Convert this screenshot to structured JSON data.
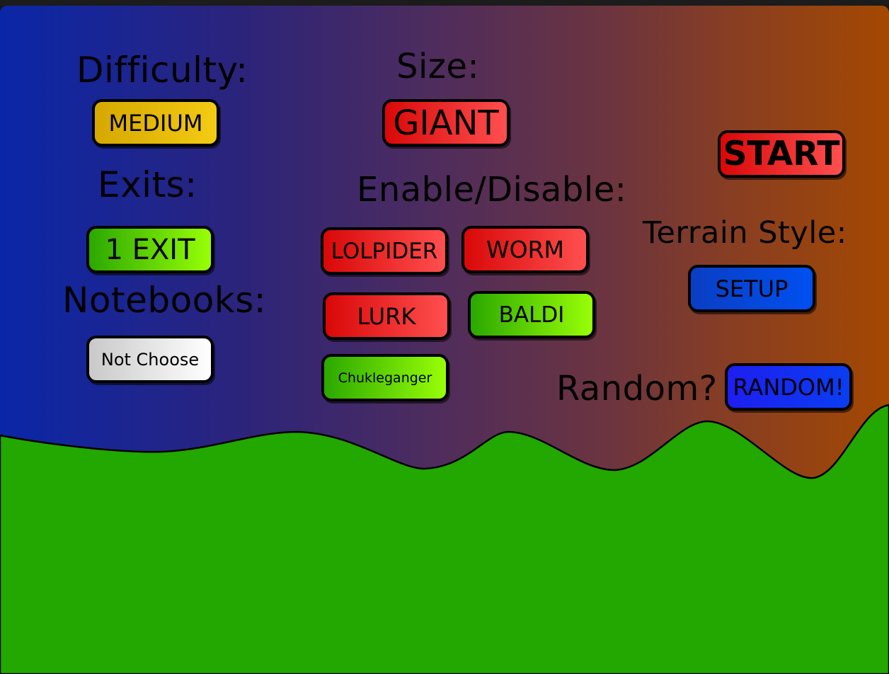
{
  "labels": {
    "difficulty": "Difficulty:",
    "size": "Size:",
    "exits": "Exits:",
    "enable_disable": "Enable/Disable:",
    "notebooks": "Notebooks:",
    "terrain_style": "Terrain Style:",
    "random": "Random?"
  },
  "buttons": {
    "difficulty": "MEDIUM",
    "size": "GIANT",
    "start": "START",
    "exits": "1 EXIT",
    "lolpider": "LOLPIDER",
    "worm": "WORM",
    "terrain": "SETUP",
    "lurk": "LURK",
    "baldi": "BALDI",
    "notebooks": "Not Choose",
    "chukleganger": "Chukleganger",
    "random": "RANDOM!"
  },
  "colors": {
    "sky_left": "#0a26a8",
    "sky_right": "#a44802",
    "ground": "#22a800",
    "enabled": "#98ff06",
    "disabled": "#ff4f4f"
  }
}
